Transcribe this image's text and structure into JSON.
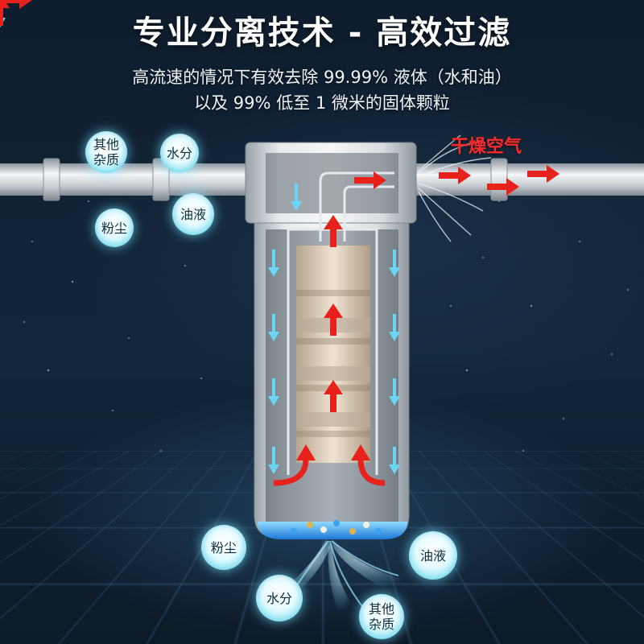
{
  "header": {
    "title": "专业分离技术 - 高效过滤",
    "subtitle_line1": "高流速的情况下有效去除 99.99% 液体（水和油）",
    "subtitle_line2": "以及 99% 低至 1 微米的固体颗粒"
  },
  "labels": {
    "dry_air": "干燥空气",
    "inlet_impurities": "其他杂质",
    "inlet_water": "水分",
    "inlet_dust": "粉尘",
    "inlet_oil": "油液",
    "outlet_dust": "粉尘",
    "outlet_oil": "油液",
    "outlet_water": "水分",
    "outlet_impurities": "其他杂质"
  },
  "colors": {
    "dry_air_text": "#ff2a2a",
    "flow_arrow_red": "#e8211d",
    "flow_arrow_blue": "#69d6f5",
    "bubble_glow": "#7fe6fb",
    "filter_element": "#d9c6ad"
  },
  "icons": [
    "flow-arrow-red",
    "flow-arrow-blue",
    "filter-element",
    "drain-spray"
  ]
}
